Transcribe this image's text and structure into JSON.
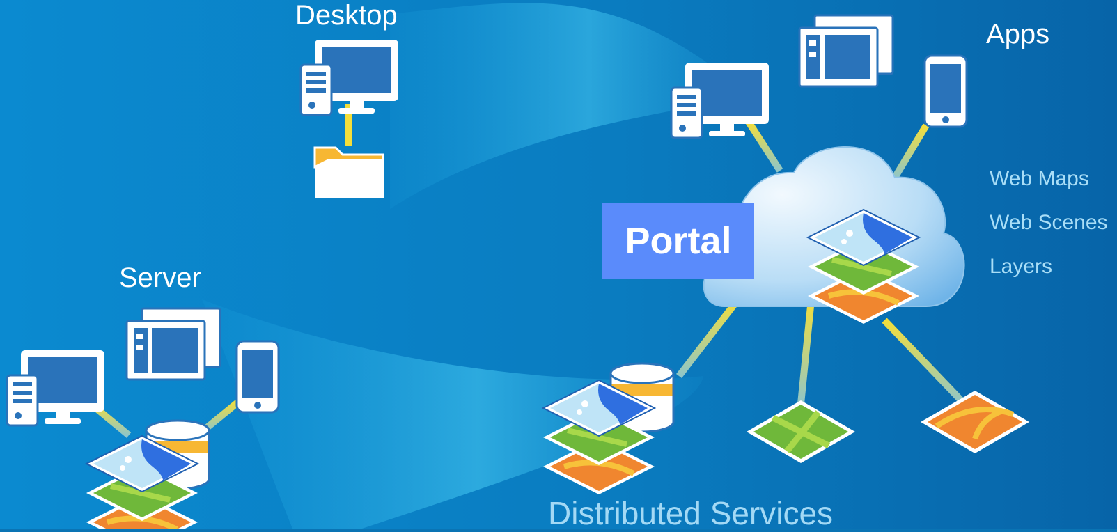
{
  "labels": {
    "desktop": "Desktop",
    "apps": "Apps",
    "server": "Server",
    "portal": "Portal",
    "distributed": "Distributed Services"
  },
  "portal_content": [
    "Web Maps",
    "Web Scenes",
    "Layers"
  ],
  "colors": {
    "background": "#0a74b4",
    "background_swoosh": "#3bbdec",
    "portal_box": "#5a8bfb",
    "connector": "#f2d93a",
    "device_fill": "#2a73ba",
    "device_outline": "#ffffff",
    "folder": "#f7b733",
    "map_water": "#2f6fe0",
    "map_land": "#bfe4f7",
    "map_green": "#6fb83a",
    "map_orange": "#f0862f",
    "database_band": "#f7b733",
    "cloud": "#cfe9fa"
  },
  "icons": [
    "desktop-computer-icon",
    "folder-icon",
    "tablet-icon",
    "phone-icon",
    "cloud-icon",
    "layer-stack-icon",
    "database-icon",
    "map-tile-icon"
  ]
}
